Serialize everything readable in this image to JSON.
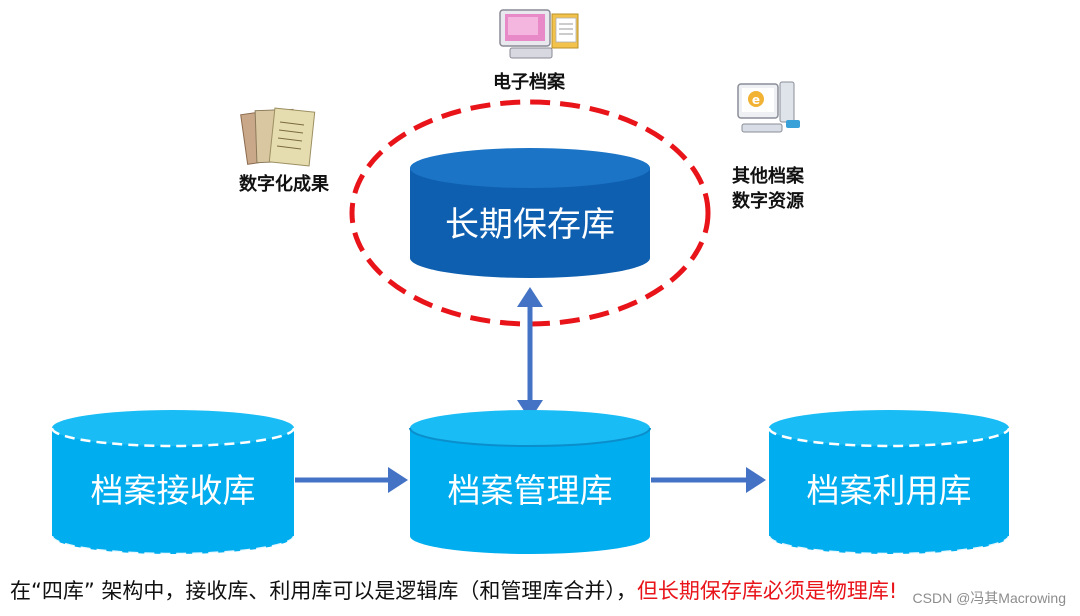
{
  "colors": {
    "storage_db": "#0e5fb0",
    "storage_db_top": "#1c74c6",
    "cyan_db": "#00adef",
    "cyan_db_top": "#19bcf5",
    "arrow": "#4472c4",
    "red_ellipse": "#e8141a",
    "caption_red": "#e8141a"
  },
  "nodes": {
    "long_term": "长期保存库",
    "receive": "档案接收库",
    "manage": "档案管理库",
    "use": "档案利用库"
  },
  "sources": {
    "electronic": "电子档案",
    "digitized": "数字化成果",
    "other_line1": "其他档案",
    "other_line2": "数字资源"
  },
  "icons": {
    "electronic": "computer-folder-icon",
    "digitized": "paper-documents-icon",
    "other": "desktop-computer-icon"
  },
  "caption": {
    "normal": "在“四库” 架构中，接收库、利用库可以是逻辑库（和管理库合并），",
    "red": "但长期保存库必须是物理库!"
  },
  "watermark": "CSDN @冯其Macrowing"
}
